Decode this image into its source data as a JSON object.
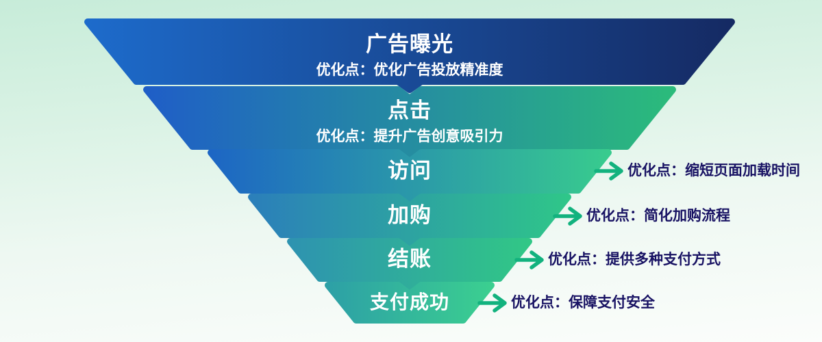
{
  "diagram": {
    "type": "funnel",
    "background": {
      "top": "#c7ecd9",
      "bottom": "#fbfdfb"
    },
    "note_text_color": "#181263",
    "arrow_color": "#12b27e",
    "levels": [
      {
        "title": "广告曝光",
        "subtitle": "优化点：优化广告投放精准度",
        "gradient_left": "#1d6bcb",
        "gradient_right": "#152a63"
      },
      {
        "title": "点击",
        "subtitle": "优化点：提升广告创意吸引力",
        "gradient_left": "#1f5ec7",
        "gradient_right": "#2bbb7b"
      },
      {
        "title": "访问",
        "note": "优化点：缩短页面加载时间",
        "gradient_left": "#1d66c4",
        "gradient_right": "#38cb8e"
      },
      {
        "title": "加购",
        "note": "优化点：简化加购流程",
        "gradient_left": "#2b7fba",
        "gradient_right": "#2fc689"
      },
      {
        "title": "结账",
        "note": "优化点：提供多种支付方式",
        "gradient_left": "#2e93b0",
        "gradient_right": "#31c786"
      },
      {
        "title": "支付成功",
        "note": "优化点：保障支付安全",
        "gradient_left": "#2da0a6",
        "gradient_right": "#3bcf90"
      }
    ]
  }
}
